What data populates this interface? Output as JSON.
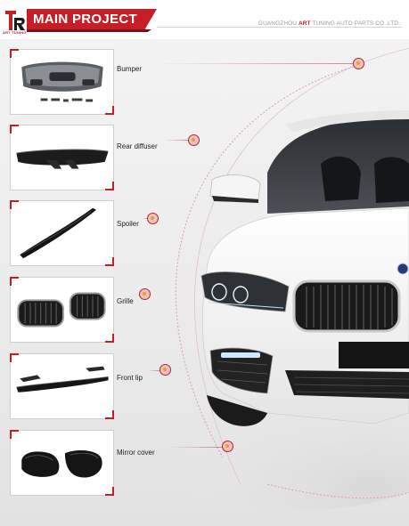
{
  "header": {
    "title": "MAIN PROJECT",
    "logo_text": "ART TUNING",
    "company_prefix": "GUANGZHOU ",
    "company_highlight": "ART",
    "company_suffix": " TUNING AUTO PARTS CO.,LTD."
  },
  "products": [
    {
      "label": "Bumper"
    },
    {
      "label": "Rear diffuser"
    },
    {
      "label": "Spoiler"
    },
    {
      "label": "Grille"
    },
    {
      "label": "Front lip"
    },
    {
      "label": "Mirror cover"
    }
  ],
  "colors": {
    "accent": "#c41e26",
    "dot_fill": "#e9a21b",
    "car_body": "#ffffff",
    "carbon": "#1b1b1b"
  },
  "icons": {
    "logo": "art-tuning-logo-icon",
    "dot": "callout-dot-icon"
  }
}
